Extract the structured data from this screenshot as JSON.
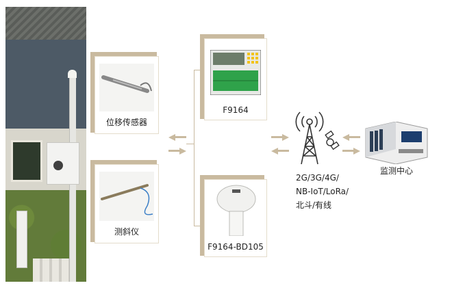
{
  "devices": {
    "displacement_label": "位移传感器",
    "inclinometer_label": "测斜仪",
    "f9164_label": "F9164",
    "f9164bd_label": "F9164-BD105"
  },
  "network": {
    "line1": "2G/3G/4G/",
    "line2": "NB-IoT/LoRa/",
    "line3": "北斗/有线"
  },
  "center": {
    "label": "监测中心"
  },
  "colors": {
    "frame": "#c9ba9f",
    "text": "#222222"
  }
}
